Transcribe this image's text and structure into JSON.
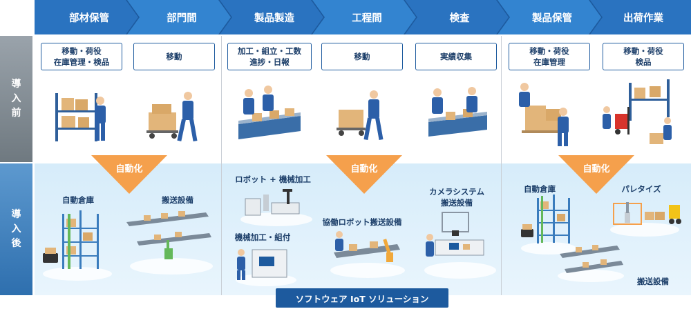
{
  "colors": {
    "header": "#1d5a9e",
    "before_side": "#7d868d",
    "after_side": "#3a7cbd",
    "accent": "#f5a04c",
    "after_bg": "#dff0fb"
  },
  "side_labels": {
    "before": [
      "導",
      "入",
      "前"
    ],
    "after": [
      "導",
      "入",
      "後"
    ]
  },
  "stages": [
    "部材保管",
    "部門間",
    "製品製造",
    "工程間",
    "検査",
    "製品保管",
    "出荷作業"
  ],
  "tasks_before": [
    [
      "移動・荷役",
      "在庫管理・検品"
    ],
    [
      "移動"
    ],
    [
      "加工・組立・工数",
      "進捗・日報"
    ],
    [
      "移動"
    ],
    [
      "実績収集"
    ],
    [
      "移動・荷役",
      "在庫管理"
    ],
    [
      "移動・荷役",
      "検品"
    ]
  ],
  "automation_label": "自動化",
  "after_labels": {
    "auto_warehouse_1": "自動倉庫",
    "conveyor_1": "搬送設備",
    "robot_machining": "ロボット + 機械加工",
    "machining_assembly": "機械加工・組付",
    "cobot_conveyor": "協働ロボット搬送設備",
    "camera_system": [
      "カメラシステム",
      "搬送設備"
    ],
    "auto_warehouse_2": "自動倉庫",
    "palletize": "パレタイズ",
    "conveyor_2": "搬送設備"
  },
  "software_bar": "ソフトウェア IoT ソリューション",
  "icons": [
    "worker-icon",
    "shelf-icon",
    "box-icon",
    "conveyor-icon",
    "robot-arm-icon",
    "forklift-icon"
  ]
}
